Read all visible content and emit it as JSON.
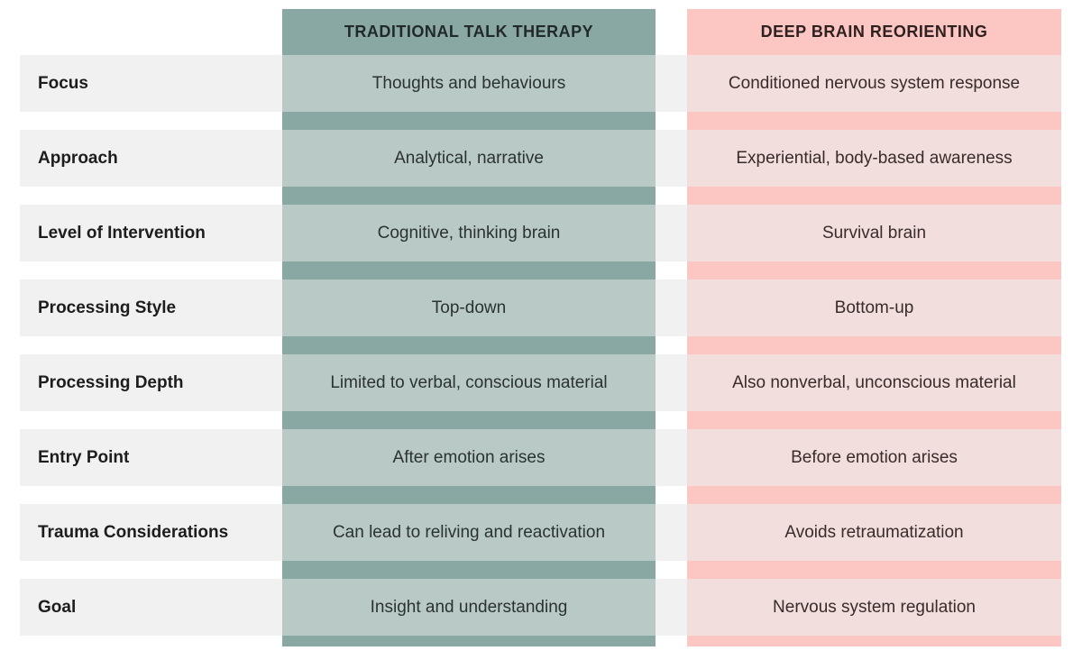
{
  "palette": {
    "talk_header_bg": "#8aa8a3",
    "talk_cell_bg": "#b9cac6",
    "dbr_header_bg": "#fcc6c3",
    "dbr_cell_bg": "#f2dedc",
    "label_bar_bg": "#f1f1f1",
    "text_dark": "#2e3231"
  },
  "columns": {
    "talk_header": "TRADITIONAL TALK THERAPY",
    "dbr_header": "DEEP BRAIN REORIENTING"
  },
  "rows": [
    {
      "label": "Focus",
      "talk": "Thoughts and behaviours",
      "dbr": "Conditioned nervous system response"
    },
    {
      "label": "Approach",
      "talk": "Analytical, narrative",
      "dbr": "Experiential, body-based awareness"
    },
    {
      "label": "Level of Intervention",
      "talk": "Cognitive, thinking brain",
      "dbr": "Survival brain"
    },
    {
      "label": "Processing Style",
      "talk": "Top-down",
      "dbr": "Bottom-up"
    },
    {
      "label": "Processing Depth",
      "talk": "Limited to verbal, conscious material",
      "dbr": "Also nonverbal, unconscious material"
    },
    {
      "label": "Entry Point",
      "talk": "After emotion arises",
      "dbr": "Before emotion arises"
    },
    {
      "label": "Trauma Considerations",
      "talk": "Can lead to reliving and reactivation",
      "dbr": "Avoids retraumatization"
    },
    {
      "label": "Goal",
      "talk": "Insight and understanding",
      "dbr": "Nervous system regulation"
    }
  ]
}
